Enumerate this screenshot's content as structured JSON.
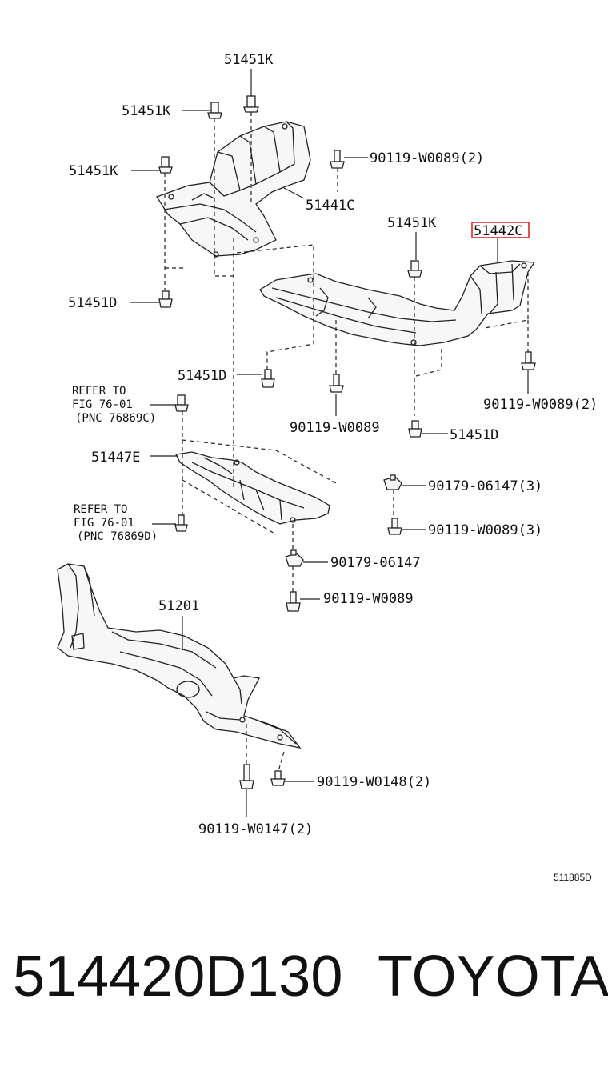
{
  "diagram": {
    "labels": {
      "k_top": "51451K",
      "k_left1": "51451K",
      "k_left2": "51451K",
      "w0089_top": "90119-W0089(2)",
      "c_51441": "51441C",
      "k_right": "51451K",
      "highlight_part": "51442C",
      "d_left_top": "51451D",
      "d_mid": "51451D",
      "w0089_mid_right": "90119-W0089(2)",
      "w0089_mid": "90119-W0089",
      "d_right": "51451D",
      "refer1_line1": "REFER TO",
      "refer1_line2": "FIG 76-01",
      "refer1_line3": "(PNC 76869C)",
      "e_51447": "51447E",
      "clip_06147_3": "90179-06147(3)",
      "w0089_3": "90119-W0089(3)",
      "refer2_line1": "REFER TO",
      "refer2_line2": "FIG 76-01",
      "refer2_line3": "(PNC 76869D)",
      "clip_06147": "90179-06147",
      "w0089_low": "90119-W0089",
      "p_51201": "51201",
      "w0148": "90119-W0148(2)",
      "w0147": "90119-W0147(2)",
      "figure_code": "511885D"
    },
    "highlight_color": "#e0262e"
  },
  "footer": {
    "part_number": "514420D130",
    "brand": "TOYOTA"
  }
}
